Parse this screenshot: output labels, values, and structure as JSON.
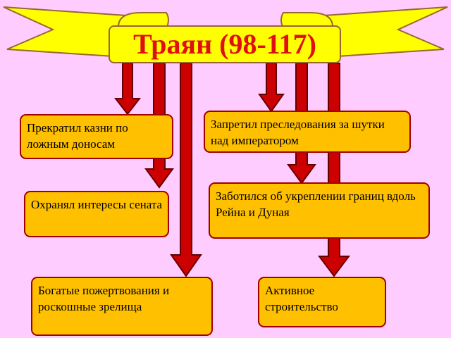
{
  "title": "Траян (98-117)",
  "colors": {
    "background": "#ffccff",
    "banner": "#ffff00",
    "banner_border": "#996633",
    "title_text": "#e01010",
    "box_fill": "#ffc000",
    "box_border": "#a00000",
    "arrow_fill": "#cc0000",
    "arrow_border": "#660000"
  },
  "left_column": [
    "Прекратил казни по ложным доносам",
    "Охранял интересы сената",
    "Богатые пожертвования и роскошные зрелища"
  ],
  "right_column": [
    "Запретил преследования за шутки над императором",
    "Заботился об укреплении границ вдоль Рейна и Дуная",
    "Активное строительство"
  ]
}
